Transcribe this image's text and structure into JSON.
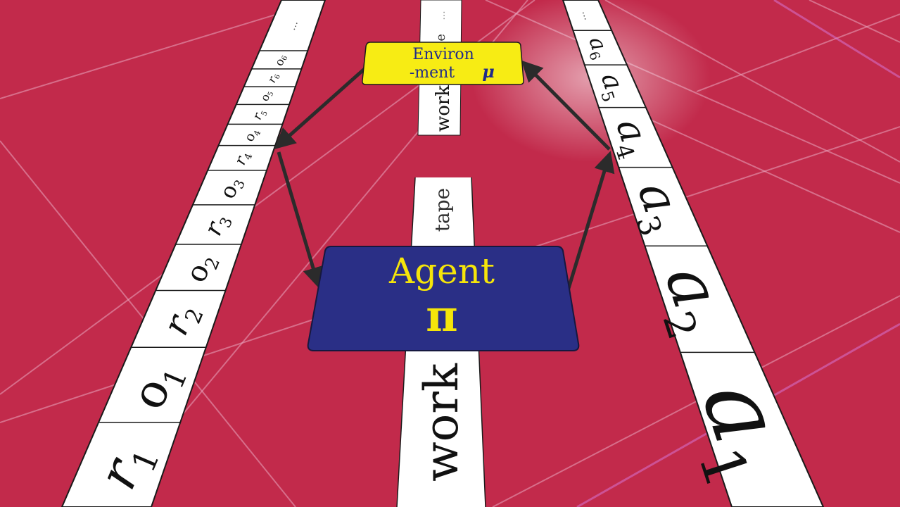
{
  "colors": {
    "background": "#c22a4b",
    "tape": "#ffffff",
    "tape_outline": "#1a1a1a",
    "agent_box": "#2a2f86",
    "agent_text": "#f5e50a",
    "env_box": "#f7ec14",
    "env_text": "#1f2a8a",
    "arrow": "#2b2b2b"
  },
  "environment": {
    "line1": "Environ",
    "line2": "-ment",
    "symbol": "μ"
  },
  "agent": {
    "label": "Agent",
    "symbol": "π"
  },
  "work_tape": {
    "front_label": "work",
    "front_tape_label": "tape",
    "back_label": "work",
    "back_tape_label": "tape",
    "back_dots": "..."
  },
  "left_tape": {
    "cells": [
      {
        "base": "r",
        "sub": "1"
      },
      {
        "base": "o",
        "sub": "1"
      },
      {
        "base": "r",
        "sub": "2"
      },
      {
        "base": "o",
        "sub": "2"
      },
      {
        "base": "r",
        "sub": "3"
      },
      {
        "base": "o",
        "sub": "3"
      },
      {
        "base": "r",
        "sub": "4"
      },
      {
        "base": "o",
        "sub": "4"
      },
      {
        "base": "r",
        "sub": "5"
      },
      {
        "base": "o",
        "sub": "5"
      },
      {
        "base": "r",
        "sub": "6"
      },
      {
        "base": "o",
        "sub": "6"
      }
    ],
    "ellipsis": "..."
  },
  "right_tape": {
    "cells": [
      {
        "base": "a",
        "sub": "1"
      },
      {
        "base": "a",
        "sub": "2"
      },
      {
        "base": "a",
        "sub": "3"
      },
      {
        "base": "a",
        "sub": "4"
      },
      {
        "base": "a",
        "sub": "5"
      },
      {
        "base": "a",
        "sub": "6"
      }
    ],
    "ellipsis": "..."
  }
}
